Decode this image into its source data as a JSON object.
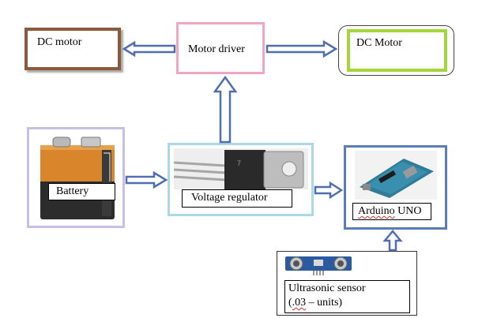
{
  "diagram": {
    "nodes": {
      "dc_motor_left": {
        "label": "DC motor",
        "border_color": "#8b5a3c"
      },
      "motor_driver": {
        "label": "Motor driver",
        "border_color": "#f0a6c0"
      },
      "dc_motor_right": {
        "label": "DC Motor",
        "border_color": "#a3d63a"
      },
      "battery": {
        "label": "Battery",
        "border_color": "#c9bfe6"
      },
      "voltage_regulator": {
        "label": "Voltage regulator",
        "border_color": "#a9d8e6"
      },
      "arduino": {
        "label_part1": "Arduino",
        "label_part2": "UNO",
        "border_color": "#5b7db7"
      },
      "ultrasonic": {
        "label_line1": "Ultrasonic sensor",
        "label_line2_prefix": "(",
        "label_line2_squiggle": ".03",
        "label_line2_suffix": " – units)",
        "border_color": "#333333"
      }
    },
    "edges": [
      {
        "from": "motor_driver",
        "to": "dc_motor_left"
      },
      {
        "from": "motor_driver",
        "to": "dc_motor_right"
      },
      {
        "from": "voltage_regulator",
        "to": "motor_driver"
      },
      {
        "from": "battery",
        "to": "voltage_regulator"
      },
      {
        "from": "voltage_regulator",
        "to": "arduino"
      },
      {
        "from": "ultrasonic",
        "to": "arduino"
      }
    ],
    "arrow_color": "#4f6fb0"
  }
}
